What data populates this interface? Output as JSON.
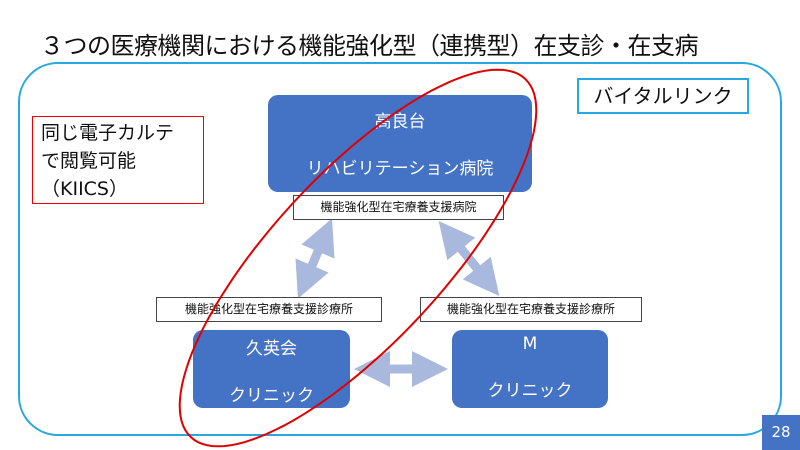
{
  "title": "３つの医療機関における機能強化型（連携型）在支診・在支病",
  "network_label": "バイタルリンク",
  "shared_record": {
    "line1": "同じ電子カルテ",
    "line2": "で閲覧可能",
    "line3": "（KIICS）"
  },
  "nodes": {
    "top": {
      "line1": "高良台",
      "line2": "リハビリテーション病院",
      "type_label": "機能強化型在宅療養支援病院"
    },
    "left": {
      "line1": "久英会",
      "line2": "クリニック",
      "type_label": "機能強化型在宅療養支援診療所"
    },
    "right": {
      "line1": "M",
      "line2": "クリニック",
      "type_label": "機能強化型在宅療養支援診療所"
    }
  },
  "page_number": "28",
  "colors": {
    "node": "#4472c4",
    "frame": "#29a8e0",
    "highlight": "#e00000",
    "arrow": "#a9b9de"
  }
}
